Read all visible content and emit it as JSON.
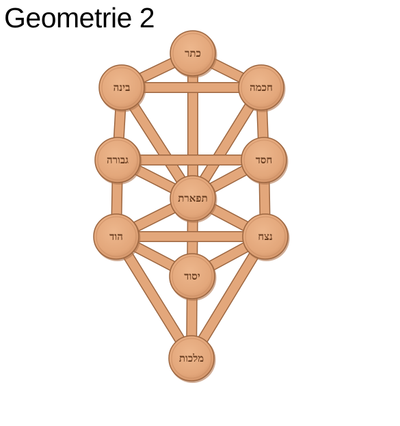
{
  "title": "Geometrie 2",
  "colors": {
    "wood": "#e3a77b",
    "wood_edge": "#9c6640",
    "engraving": "#6a3f22",
    "background": "#ffffff"
  },
  "sefirot": [
    {
      "id": "keter",
      "label": "כתר"
    },
    {
      "id": "chokhmah",
      "label": "חכמה"
    },
    {
      "id": "binah",
      "label": "בינה"
    },
    {
      "id": "chesed",
      "label": "חסד"
    },
    {
      "id": "gevurah",
      "label": "גבורה"
    },
    {
      "id": "tiferet",
      "label": "תפארת"
    },
    {
      "id": "netzach",
      "label": "נצח"
    },
    {
      "id": "hod",
      "label": "הוד"
    },
    {
      "id": "yesod",
      "label": "יסוד"
    },
    {
      "id": "malkhut",
      "label": "מלכות"
    }
  ]
}
